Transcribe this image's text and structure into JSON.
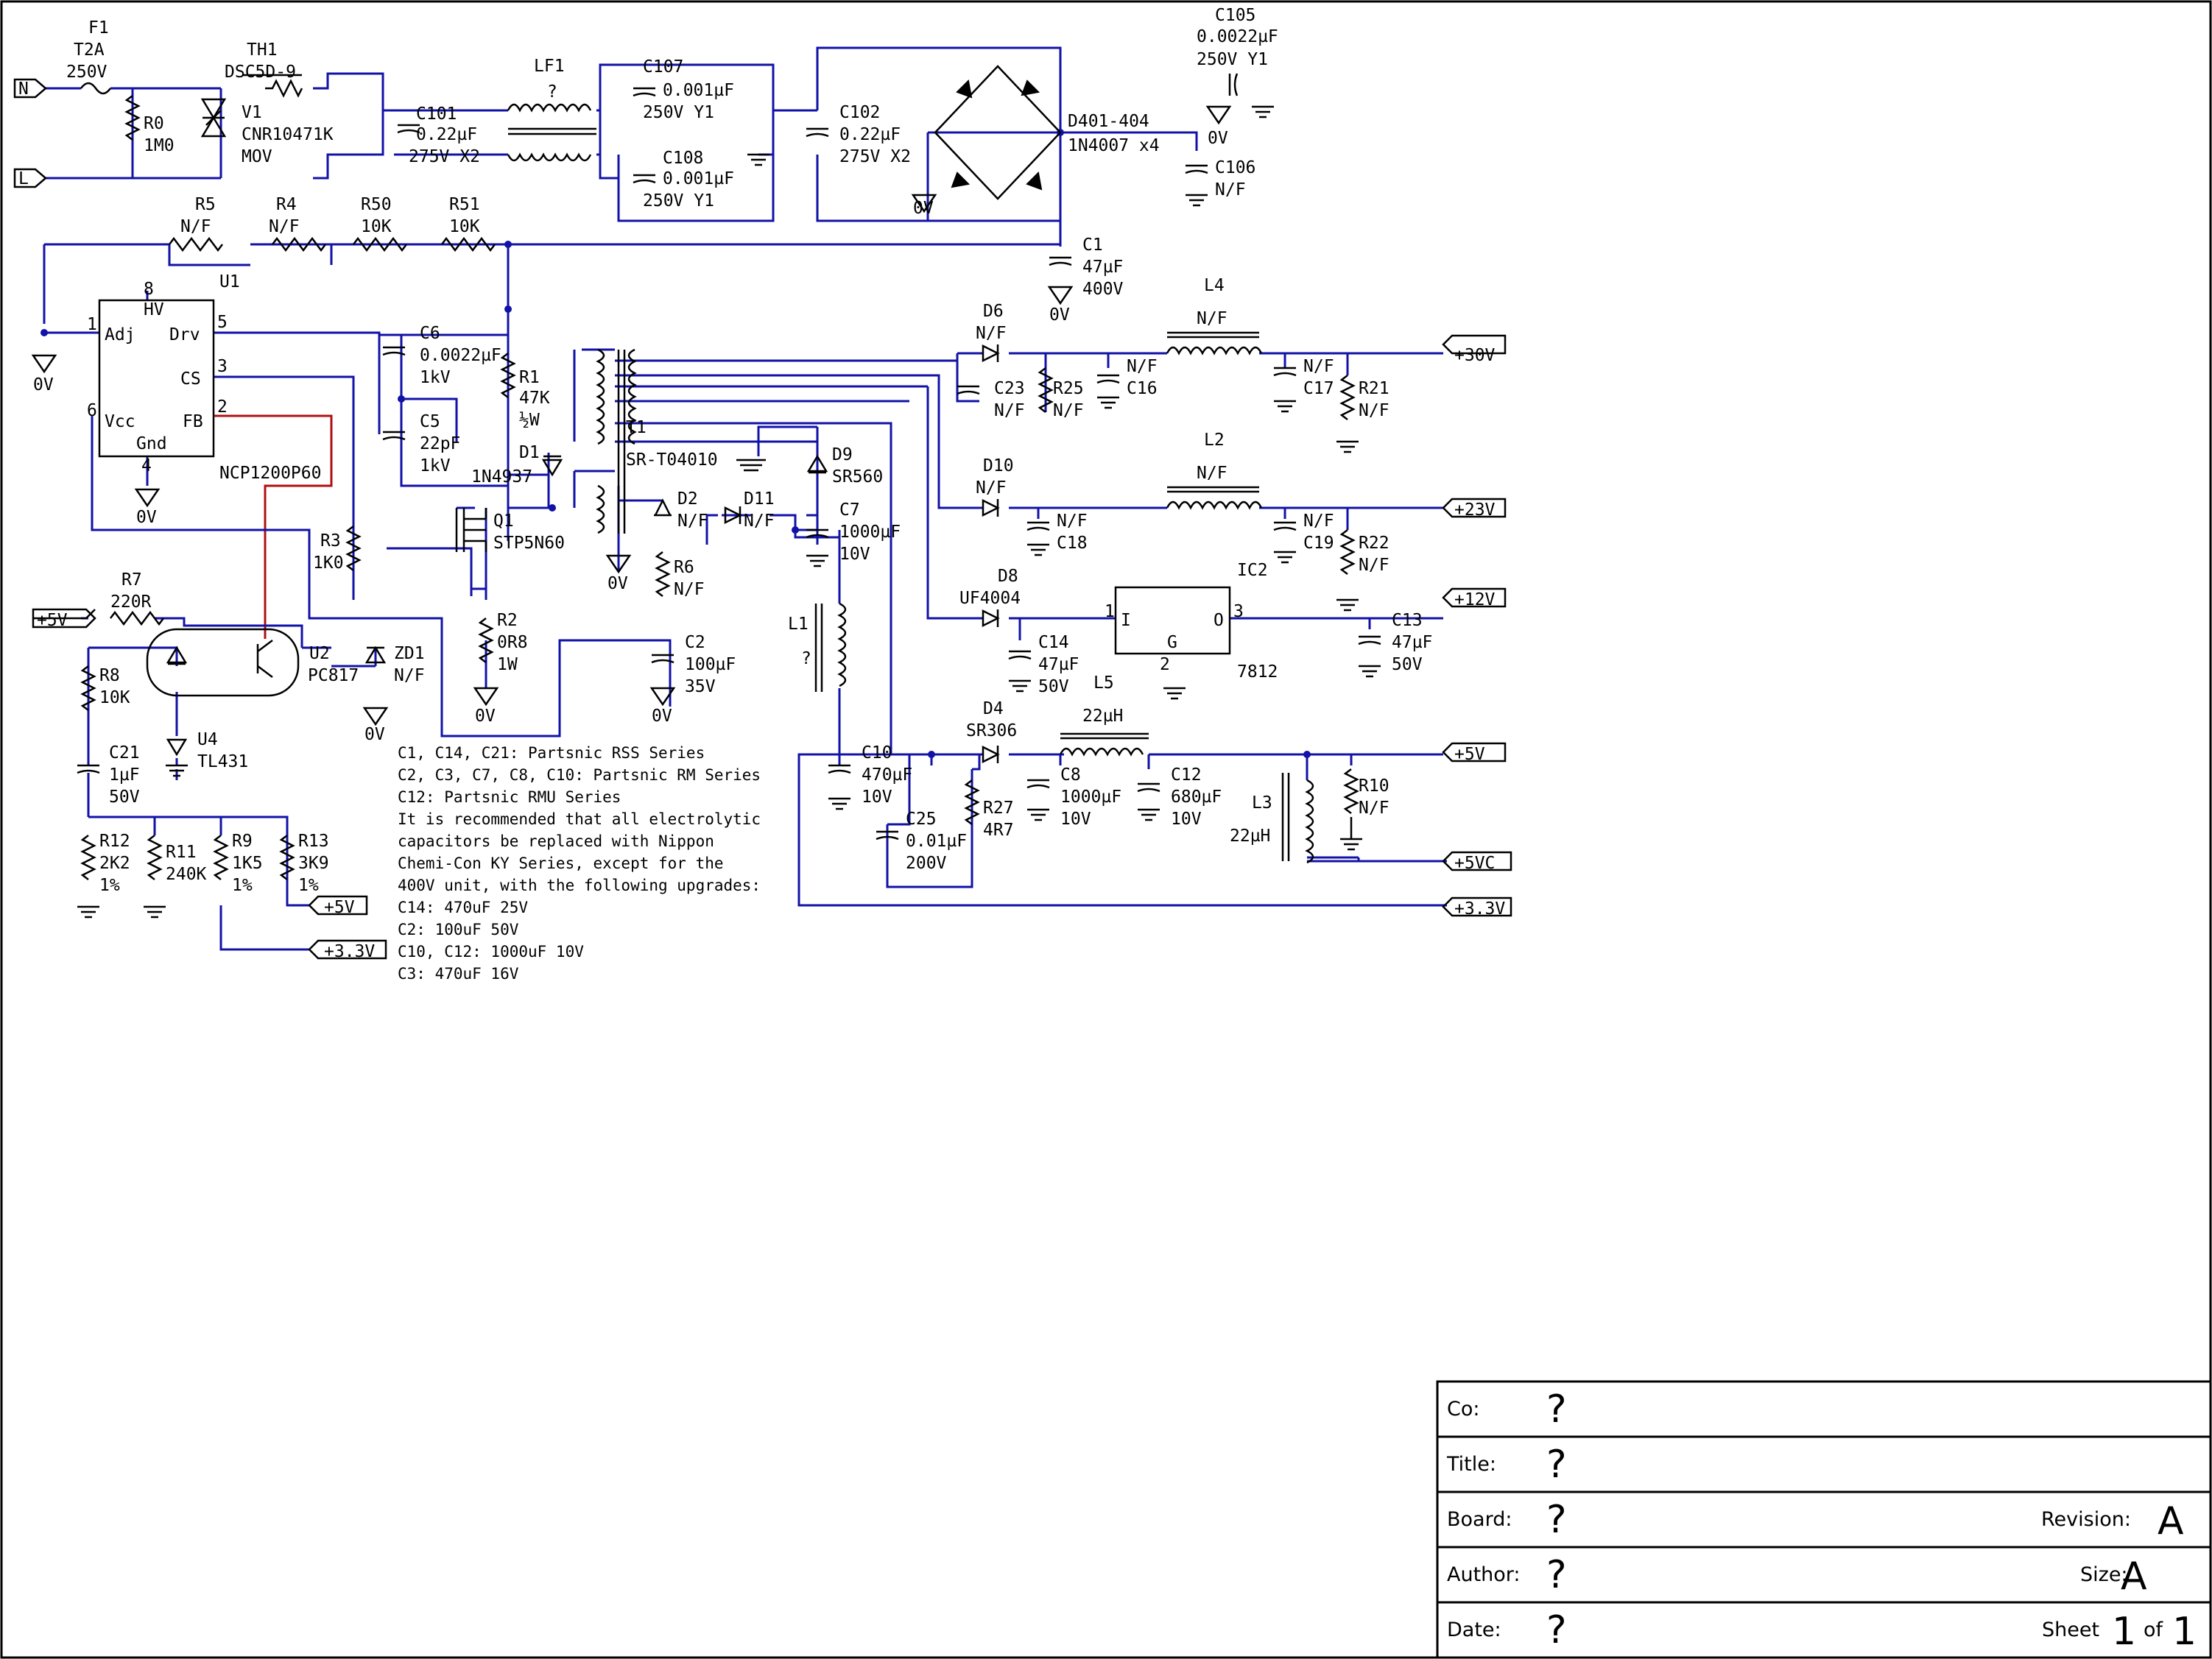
{
  "components": {
    "F1": {
      "ref": "F1",
      "v1": "T2A",
      "v2": "250V"
    },
    "TH1": {
      "ref": "TH1",
      "v1": "DSC5D-9"
    },
    "R0": {
      "ref": "R0",
      "v1": "1M0"
    },
    "V1": {
      "ref": "V1",
      "v1": "CNR10471K",
      "v2": "MOV"
    },
    "C101": {
      "ref": "C101",
      "v1": "0.22µF",
      "v2": "275V X2"
    },
    "LF1": {
      "ref": "LF1",
      "v1": "?"
    },
    "C107": {
      "ref": "C107",
      "v1": "0.001µF",
      "v2": "250V Y1"
    },
    "C108": {
      "ref": "C108",
      "v1": "0.001µF",
      "v2": "250V Y1"
    },
    "C102": {
      "ref": "C102",
      "v1": "0.22µF",
      "v2": "275V X2"
    },
    "D401": {
      "ref": "D401-404",
      "v1": "1N4007 x4"
    },
    "C105": {
      "ref": "C105",
      "v1": "0.0022µF",
      "v2": "250V Y1"
    },
    "C106": {
      "ref": "C106",
      "v1": "N/F"
    },
    "R5": {
      "ref": "R5",
      "v1": "N/F"
    },
    "R4": {
      "ref": "R4",
      "v1": "N/F"
    },
    "R50": {
      "ref": "R50",
      "v1": "10K"
    },
    "R51": {
      "ref": "R51",
      "v1": "10K"
    },
    "C1": {
      "ref": "C1",
      "v1": "47µF",
      "v2": "400V"
    },
    "U1": {
      "ref": "U1",
      "part": "NCP1200P60",
      "pins": {
        "adj": "Adj",
        "hv": "HV",
        "drv": "Drv",
        "cs": "CS",
        "vcc": "Vcc",
        "fb": "FB",
        "gnd": "Gnd"
      },
      "pinnums": {
        "p1": "1",
        "p8": "8",
        "p5": "5",
        "p3": "3",
        "p6": "6",
        "p2": "2",
        "p4": "4"
      }
    },
    "C6": {
      "ref": "C6",
      "v1": "0.0022µF",
      "v2": "1kV"
    },
    "C5": {
      "ref": "C5",
      "v1": "22pF",
      "v2": "1kV"
    },
    "R1": {
      "ref": "R1",
      "v1": "47K",
      "v2": "½W"
    },
    "D1": {
      "ref": "D1",
      "v1": "1N4937"
    },
    "Q1": {
      "ref": "Q1",
      "v1": "STP5N60"
    },
    "R3": {
      "ref": "R3",
      "v1": "1K0"
    },
    "R2": {
      "ref": "R2",
      "v1": "0R8",
      "v2": "1W"
    },
    "T1": {
      "ref": "T1",
      "v1": "SR-T04010"
    },
    "D2": {
      "ref": "D2",
      "v1": "N/F"
    },
    "R6": {
      "ref": "R6",
      "v1": "N/F"
    },
    "C2": {
      "ref": "C2",
      "v1": "100µF",
      "v2": "35V"
    },
    "D11": {
      "ref": "D11",
      "v1": "N/F"
    },
    "D9": {
      "ref": "D9",
      "v1": "SR560"
    },
    "C7": {
      "ref": "C7",
      "v1": "1000µF",
      "v2": "10V"
    },
    "L1": {
      "ref": "L1",
      "v1": "?"
    },
    "C10": {
      "ref": "C10",
      "v1": "470µF",
      "v2": "10V"
    },
    "C25": {
      "ref": "C25",
      "v1": "0.01µF",
      "v2": "200V"
    },
    "D6": {
      "ref": "D6",
      "v1": "N/F"
    },
    "C23": {
      "ref": "C23",
      "v1": "N/F"
    },
    "R25": {
      "ref": "R25",
      "v1": "N/F"
    },
    "C16": {
      "ref": "C16",
      "v1": "N/F"
    },
    "L4": {
      "ref": "L4",
      "v1": "N/F"
    },
    "C17": {
      "ref": "C17",
      "v1": "N/F"
    },
    "R21": {
      "ref": "R21",
      "v1": "N/F"
    },
    "D10": {
      "ref": "D10",
      "v1": "N/F"
    },
    "C18": {
      "ref": "C18",
      "v1": "N/F"
    },
    "L2": {
      "ref": "L2",
      "v1": "N/F"
    },
    "C19": {
      "ref": "C19",
      "v1": "N/F"
    },
    "R22": {
      "ref": "R22",
      "v1": "N/F"
    },
    "IC2": {
      "ref": "IC2",
      "part": "7812",
      "pins": {
        "i": "I",
        "o": "O",
        "g": "G"
      },
      "pinnums": {
        "p1": "1",
        "p2": "2",
        "p3": "3"
      }
    },
    "D8": {
      "ref": "D8",
      "v1": "UF4004"
    },
    "C14": {
      "ref": "C14",
      "v1": "47µF",
      "v2": "50V"
    },
    "L5": {
      "ref": "L5"
    },
    "C13": {
      "ref": "C13",
      "v1": "47µF",
      "v2": "50V"
    },
    "D4": {
      "ref": "D4",
      "v1": "SR306"
    },
    "L5b": {
      "v1": "22µH"
    },
    "C8": {
      "ref": "C8",
      "v1": "1000µF",
      "v2": "10V"
    },
    "C12": {
      "ref": "C12",
      "v1": "680µF",
      "v2": "10V"
    },
    "R27": {
      "ref": "R27",
      "v1": "4R7"
    },
    "L3": {
      "ref": "L3",
      "v1": "22µH"
    },
    "R10": {
      "ref": "R10",
      "v1": "N/F"
    },
    "R7": {
      "ref": "R7",
      "v1": "220R"
    },
    "U2": {
      "ref": "U2",
      "v1": "PC817"
    },
    "ZD1": {
      "ref": "ZD1",
      "v1": "N/F"
    },
    "R8": {
      "ref": "R8",
      "v1": "10K"
    },
    "U4": {
      "ref": "U4",
      "v1": "TL431"
    },
    "C21": {
      "ref": "C21",
      "v1": "1µF",
      "v2": "50V"
    },
    "R12": {
      "ref": "R12",
      "v1": "2K2",
      "v2": "1%"
    },
    "R11": {
      "ref": "R11",
      "v1": "240K"
    },
    "R9": {
      "ref": "R9",
      "v1": "1K5",
      "v2": "1%"
    },
    "R13": {
      "ref": "R13",
      "v1": "3K9",
      "v2": "1%"
    }
  },
  "ports": {
    "N": "N",
    "L": "L",
    "p30": "+30V",
    "p23": "+23V",
    "p12": "+12V",
    "p5": "+5V",
    "p5vc": "+5VC",
    "p33": "+3.3V",
    "in5": "+5V",
    "fb5": "+5V",
    "fb33": "+3.3V"
  },
  "ground_label": "0V",
  "notes": [
    "C1, C14, C21: Partsnic RSS Series",
    "C2, C3, C7, C8, C10: Partsnic RM Series",
    "C12: Partsnic RMU Series",
    "It is recommended that all electrolytic",
    "capacitors be replaced with Nippon",
    "Chemi-Con KY Series, except for the",
    "400V unit, with the following upgrades:",
    "C14: 470uF 25V",
    "C2: 100uF 50V",
    "C10, C12: 1000uF 10V",
    "C3: 470uF 16V"
  ],
  "title_block": {
    "co_label": "Co:",
    "co": "?",
    "title_label": "Title:",
    "title": "?",
    "board_label": "Board:",
    "board": "?",
    "revision_label": "Revision:",
    "revision": "A",
    "author_label": "Author:",
    "author": "?",
    "size_label": "Size:",
    "size": "A",
    "date_label": "Date:",
    "date": "?",
    "sheet_label": "Sheet",
    "sheet": "1",
    "of_label": "of",
    "sheets": "1"
  }
}
